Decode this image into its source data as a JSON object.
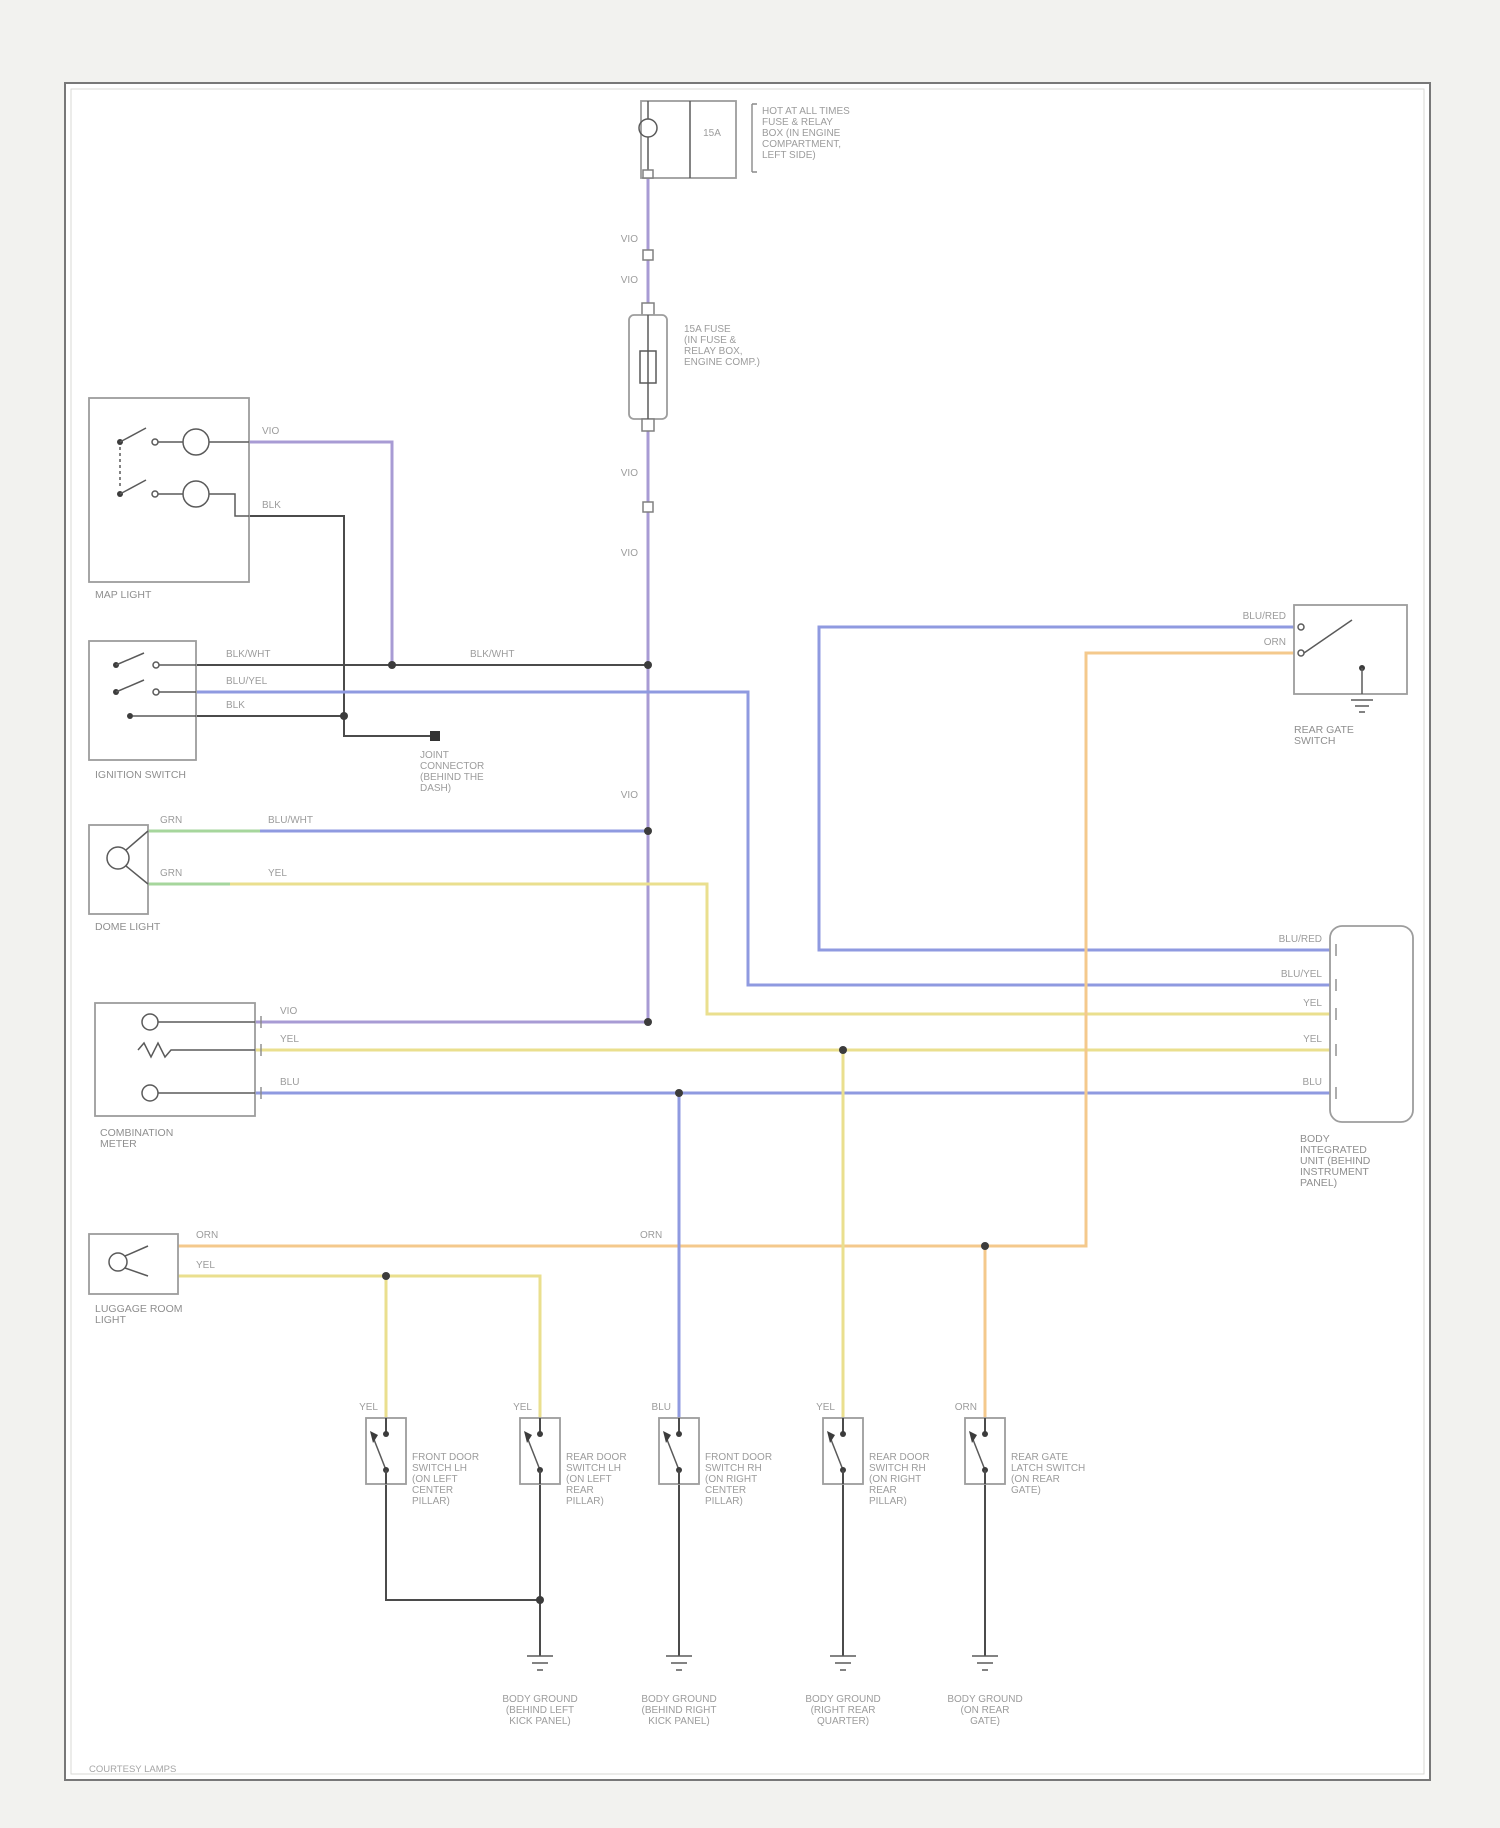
{
  "diagram": {
    "caption": "COURTESY LAMPS",
    "wire_colors": {
      "vio": "VIO",
      "blu": "BLU",
      "yel": "YEL",
      "orn": "ORN",
      "grn": "GRN",
      "blk": "BLK",
      "blk_wht": "BLK/WHT",
      "blu_yel": "BLU/YEL",
      "blu_red": "BLU/RED",
      "blu_wht": "BLU/WHT"
    },
    "colors": {
      "vio": "#a89bd4",
      "blu": "#8f9ae0",
      "yel": "#eadf8e",
      "orn": "#f4c98c",
      "grn": "#a6d69c",
      "blk": "#4b4b4b",
      "outline": "#9d9d9d",
      "text": "#9c9c9c",
      "dot": "#3c3c3c",
      "paper": "#ffffff",
      "page_bg": "#f2f2ef",
      "border": "#787878"
    },
    "components": {
      "fuse_box": {
        "rating": "15A",
        "legend": [
          "HOT AT ALL TIMES",
          "FUSE & RELAY",
          "BOX (IN ENGINE",
          "COMPARTMENT,",
          "LEFT SIDE)"
        ]
      },
      "fuse": {
        "label": [
          "15A FUSE",
          "(IN FUSE &",
          "RELAY BOX,",
          "ENGINE COMP.)"
        ]
      },
      "map_light": {
        "label": [
          "MAP LIGHT"
        ]
      },
      "ignition_switch": {
        "label": [
          "IGNITION SWITCH"
        ]
      },
      "joint_connector": {
        "label": [
          "JOINT",
          "CONNECTOR",
          "(BEHIND THE",
          "DASH)"
        ]
      },
      "dome_light": {
        "label": [
          "DOME LIGHT"
        ]
      },
      "combination_meter": {
        "label": [
          "COMBINATION",
          "METER"
        ]
      },
      "luggage_room_light": {
        "label": [
          "LUGGAGE ROOM",
          "LIGHT"
        ]
      },
      "rear_gate_switch": {
        "label": [
          "REAR GATE",
          "SWITCH"
        ]
      },
      "body_integrated_unit": {
        "label": [
          "BODY",
          "INTEGRATED",
          "UNIT (BEHIND",
          "INSTRUMENT",
          "PANEL)"
        ]
      },
      "door_switches": [
        {
          "label": [
            "FRONT DOOR",
            "SWITCH LH",
            "(ON LEFT",
            "CENTER",
            "PILLAR)"
          ],
          "wire": "YEL"
        },
        {
          "label": [
            "REAR DOOR",
            "SWITCH LH",
            "(ON LEFT",
            "REAR",
            "PILLAR)"
          ],
          "wire": "YEL"
        },
        {
          "label": [
            "FRONT DOOR",
            "SWITCH RH",
            "(ON RIGHT",
            "CENTER",
            "PILLAR)"
          ],
          "wire": "BLU"
        },
        {
          "label": [
            "REAR DOOR",
            "SWITCH RH",
            "(ON RIGHT",
            "REAR",
            "PILLAR)"
          ],
          "wire": "YEL"
        },
        {
          "label": [
            "REAR GATE",
            "LATCH SWITCH",
            "(ON REAR",
            "GATE)"
          ],
          "wire": "ORN"
        }
      ],
      "grounds": [
        {
          "label": [
            "BODY GROUND",
            "(BEHIND LEFT",
            "KICK PANEL)"
          ]
        },
        {
          "label": [
            "BODY GROUND",
            "(BEHIND RIGHT",
            "KICK PANEL)"
          ]
        },
        {
          "label": [
            "BODY GROUND",
            "(RIGHT REAR",
            "QUARTER)"
          ]
        },
        {
          "label": [
            "BODY GROUND",
            "(ON REAR",
            "GATE)"
          ]
        }
      ]
    }
  }
}
